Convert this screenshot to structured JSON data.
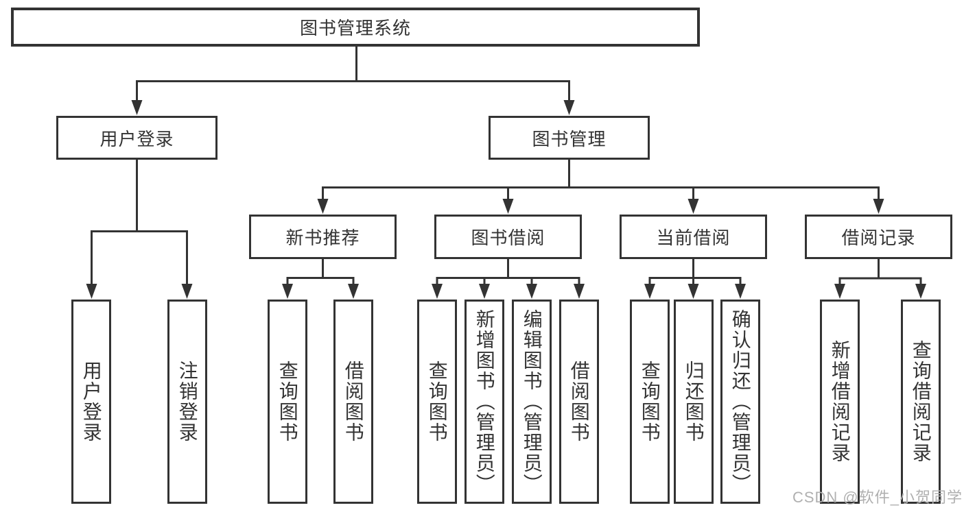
{
  "diagram": {
    "root": {
      "label": "图书管理系统"
    },
    "level2": [
      {
        "label": "用户登录"
      },
      {
        "label": "图书管理"
      }
    ],
    "level3": [
      {
        "label": "新书推荐"
      },
      {
        "label": "图书借阅"
      },
      {
        "label": "当前借阅"
      },
      {
        "label": "借阅记录"
      }
    ],
    "leaves": {
      "user_login": [
        {
          "label": "用户登录"
        },
        {
          "label": "注销登录"
        }
      ],
      "new_books": [
        {
          "label": "查询图书"
        },
        {
          "label": "借阅图书"
        }
      ],
      "book_borrow": [
        {
          "label": "查询图书"
        },
        {
          "label": "新增图书（管理员）"
        },
        {
          "label": "编辑图书（管理员）"
        },
        {
          "label": "借阅图书"
        }
      ],
      "current_borrow": [
        {
          "label": "查询图书"
        },
        {
          "label": "归还图书"
        },
        {
          "label": "确认归还（管理员）"
        }
      ],
      "borrow_records": [
        {
          "label": "新增借阅记录"
        },
        {
          "label": "查询借阅记录"
        }
      ]
    },
    "watermark": "CSDN @软件_小贺同学",
    "colors": {
      "line": "#333333",
      "text": "#333333",
      "watermark": "#b0b0b0",
      "background": "#ffffff"
    }
  }
}
